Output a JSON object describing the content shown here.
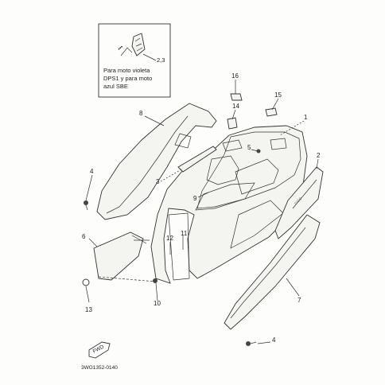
{
  "inset": {
    "note_line1": "Para moto violeta",
    "note_line2": "DPS1 y para moto",
    "note_line3": "azul SBE",
    "ref": "2,3"
  },
  "callouts": {
    "c1": "1",
    "c2": "2",
    "c3": "3",
    "c4a": "4",
    "c4b": "4",
    "c5": "5",
    "c6": "6",
    "c7": "7",
    "c8": "8",
    "c9": "9",
    "c10": "10",
    "c11": "11",
    "c12": "12",
    "c13": "13",
    "c14": "14",
    "c15": "15",
    "c16": "16"
  },
  "fwd_label": "FWD",
  "diagram_code": "3WG1352-0140"
}
